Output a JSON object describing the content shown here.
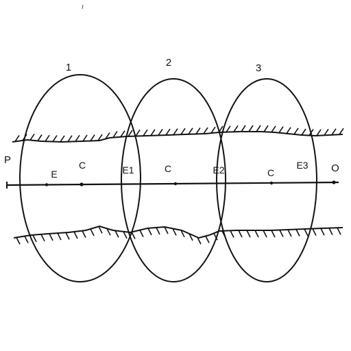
{
  "diagram": {
    "colors": {
      "ink": "#111111",
      "background": "#ffffff"
    },
    "circle_labels": [
      "1",
      "2",
      "3"
    ],
    "axis_labels": {
      "start": "P",
      "end": "O"
    },
    "point_labels": {
      "e": "E",
      "c1": "C",
      "e1": "E1",
      "c2": "C",
      "e2": "E2",
      "c3": "C",
      "e3": "E3"
    }
  }
}
